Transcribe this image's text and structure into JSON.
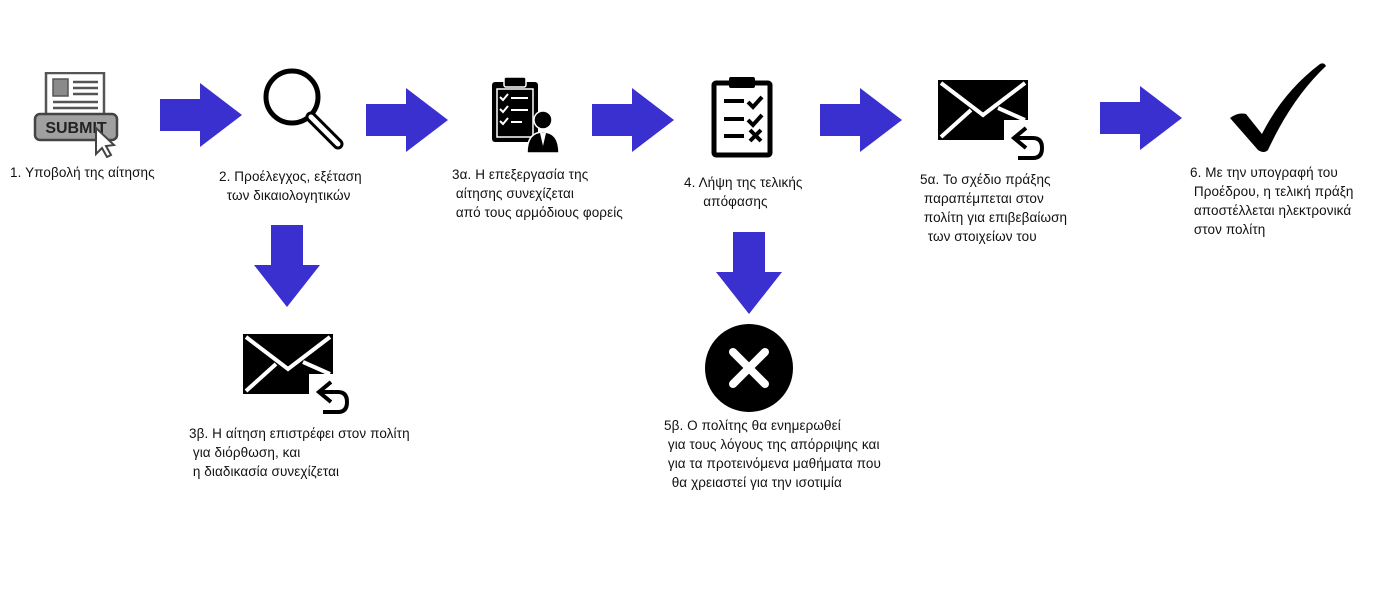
{
  "colors": {
    "arrow": "#3a2fcf",
    "icon": "#000000",
    "submit_box": "#555555",
    "submit_box_fill": "#9a9a9a"
  },
  "icons": {
    "submit": "submit-form-icon",
    "search": "magnifier-icon",
    "processing": "clipboard-person-icon",
    "decision": "checklist-clipboard-icon",
    "mail_return_top": "mail-return-icon",
    "mail_return_bottom": "mail-return-icon",
    "reject": "reject-x-icon",
    "approve": "checkmark-icon"
  },
  "submit_word": "SUBMIT",
  "steps": {
    "s1": "1. Υποβολή της αίτησης",
    "s2": "2. Προέλεγχος, εξέταση\n  των δικαιολογητικών",
    "s3a": "3α. Η επεξεργασία της\n αίτησης συνεχίζεται\n από τους αρμόδιους φορείς",
    "s3b": "3β. Η αίτηση επιστρέφει στον πολίτη\n για διόρθωση, και\n η διαδικασία συνεχίζεται",
    "s4": "4. Λήψη της τελικής\n     απόφασης",
    "s5a": "5α. Το σχέδιο πράξης\n παραπέμπεται στον\n πολίτη για επιβεβαίωση\n  των στοιχείων του",
    "s5b": "5β. Ο πολίτης θα ενημερωθεί\n για τους λόγους της απόρριψης και\n για τα προτεινόμενα μαθήματα που\n  θα χρειαστεί για την ισοτιμία",
    "s6": "6. Με την υπογραφή του\n Προέδρου, η τελική πράξη\n αποστέλλεται ηλεκτρονικά\n στον πολίτη"
  }
}
